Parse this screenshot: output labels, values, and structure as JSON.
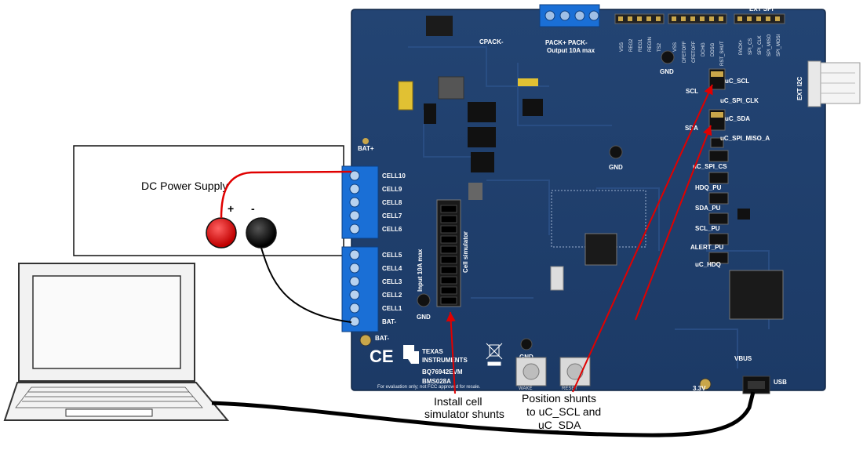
{
  "power_supply": {
    "label": "DC Power Supply",
    "plus": "+",
    "minus": "-"
  },
  "board": {
    "name": "BQ76942EVM",
    "part": "BMS028A",
    "maker_line1": "TEXAS",
    "maker_line2": "INSTRUMENTS",
    "disclaimer": "For evaluation only; not FCC approved for resale.",
    "output_label": "PACK+ PACK-",
    "output_sub": "Output 10A max",
    "input_label": "Input 10A max",
    "cell_simulator": "Cell simulator",
    "cells_top": [
      "CELL10",
      "CELL9",
      "CELL8",
      "CELL7",
      "CELL6"
    ],
    "cells_bottom": [
      "CELL5",
      "CELL4",
      "CELL3",
      "CELL2",
      "CELL1",
      "BAT-"
    ],
    "top_pins_left": [
      "VSS",
      "REG2",
      "REG1",
      "REGIN",
      "TS2"
    ],
    "top_pins_right": [
      "VSS",
      "DFETOFF",
      "CFETOFF",
      "DCHG",
      "DDSG",
      "RST_SHUT"
    ],
    "ext_spi_label": "EXT SPI",
    "spi_pins": [
      "PACK+",
      "SPI_CS",
      "SPI_CLK",
      "SPI_MISO",
      "SPI_MOSI"
    ],
    "ext_i2c": "EXT I2C",
    "jumpers": {
      "scl": "SCL",
      "uc_scl": "uC_SCL",
      "uc_spi_clk": "uC_SPI_CLK",
      "sda": "SDA",
      "uc_sda": "uC_SDA",
      "uc_spi_miso": "uC_SPI_MISO_A",
      "uc_spi_cs": "uC_SPI_CS",
      "hdq_pu": "HDQ_PU",
      "sda_pu": "SDA_PU",
      "scl_pu": "SCL_PU",
      "alert_pu": "ALERT_PU",
      "uc_hdq": "uC_HDQ"
    },
    "test_points": {
      "bat_plus": "BAT+",
      "bat_minus": "BAT-",
      "gnd": "GND",
      "vbus": "VBUS",
      "v33": "3.3V",
      "usb": "USB",
      "cpack": "CPACK-",
      "wake": "WAKE",
      "reset": "RESET"
    }
  },
  "callouts": {
    "install_line1": "Install cell",
    "install_line2": "simulator shunts",
    "position_line1": "Position shunts",
    "position_line2": "to uC_SCL and",
    "position_line3": "uC_SDA"
  },
  "colors": {
    "board": "#1f3f70",
    "terminal": "#1a6fd6",
    "wire_red": "#e00000",
    "arrow_red": "#e00000"
  }
}
